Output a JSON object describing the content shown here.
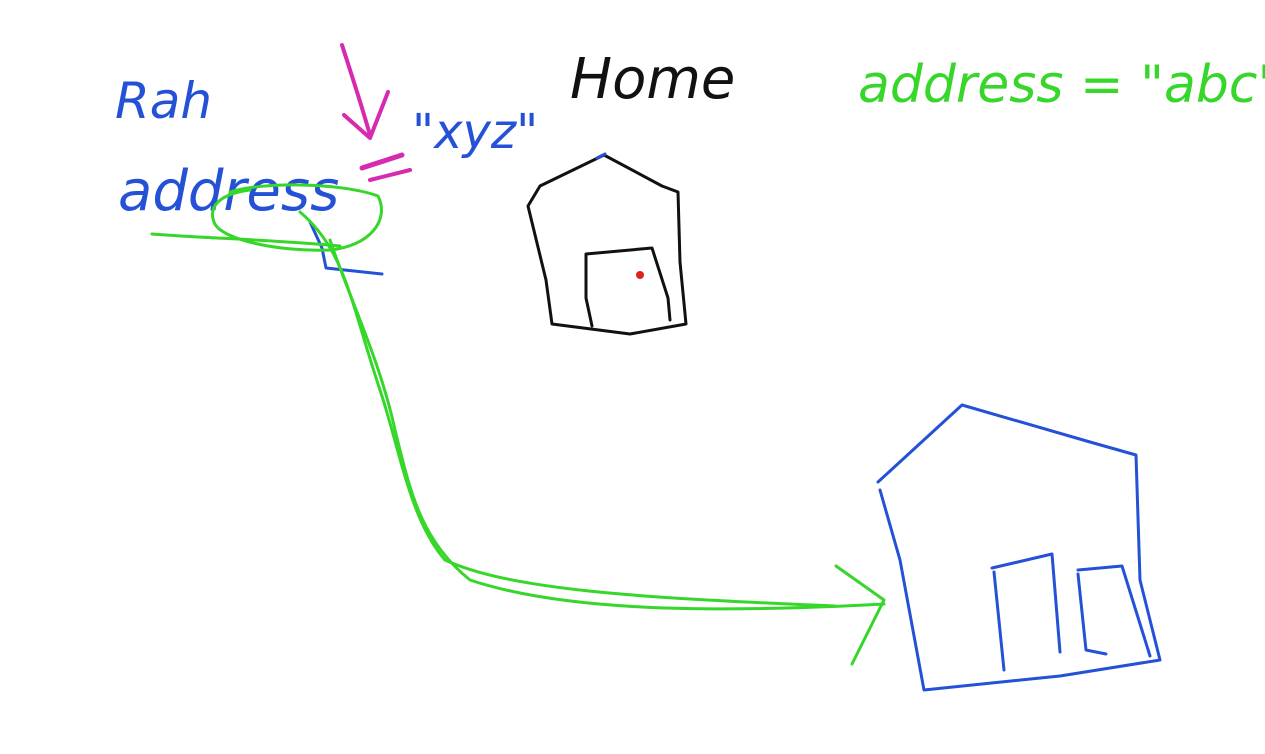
{
  "labels": {
    "name_label": "Rah",
    "address_label": "address",
    "value_label": "\"xyz\"",
    "home_label": "Home",
    "reassign_label": "address = \"abc\""
  },
  "colors": {
    "blue": "#2451d6",
    "black": "#111111",
    "green": "#37d62a",
    "magenta": "#d62ab0",
    "red": "#e0201c"
  },
  "icons": {
    "small_house": "house-icon",
    "large_house": "house-icon",
    "pointer_arrow": "arrow-down-icon",
    "connector_arrow": "arrow-right-icon"
  }
}
